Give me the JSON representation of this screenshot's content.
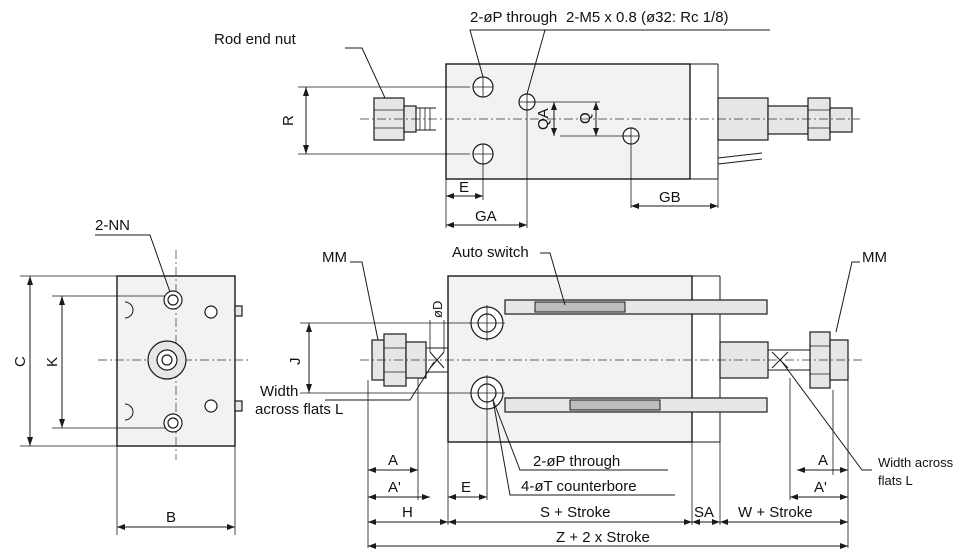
{
  "labels": {
    "p_through_top": "2-øP through",
    "m5": "2-M5 x 0.8 (ø32: Rc 1/8)",
    "rod_end_nut": "Rod end nut",
    "R": "R",
    "QA": "QA",
    "Q": "Q",
    "E_top": "E",
    "GA": "GA",
    "GB": "GB",
    "NN": "2-NN",
    "C": "C",
    "K": "K",
    "B": "B",
    "MM_left": "MM",
    "MM_right": "MM",
    "auto_switch": "Auto switch",
    "D": "øD",
    "J": "J",
    "width_left_1": "Width",
    "width_left_2": "across flats L",
    "width_right_1": "Width across",
    "width_right_2": "flats L",
    "A_left": "A",
    "Aprime_left": "A'",
    "H": "H",
    "E_bottom": "E",
    "p_through_bottom": "2-øP through",
    "t_counterbore": "4-øT counterbore",
    "S_stroke": "S + Stroke",
    "SA": "SA",
    "W_stroke": "W + Stroke",
    "Z_stroke": "Z + 2 x Stroke",
    "A_right": "A",
    "Aprime_right": "A'"
  }
}
